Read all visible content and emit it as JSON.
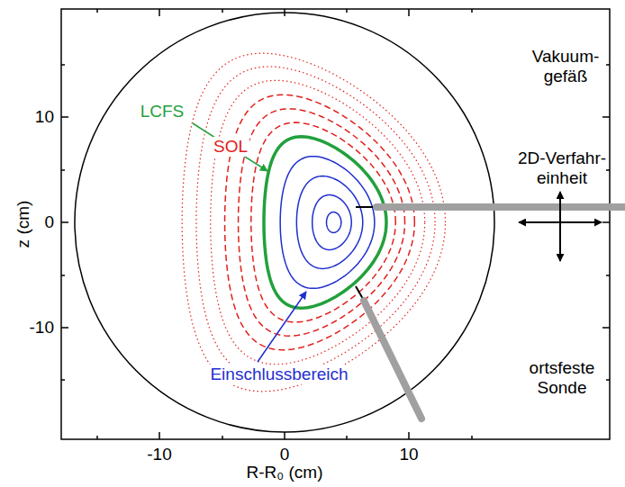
{
  "diagram": {
    "labels": [
      "Vakuum- gefäß",
      "10",
      "LCFS",
      "SOL",
      "2D-Verfahr- einheit",
      "z (cm)",
      "0",
      "-10",
      "Einschlussbereich",
      "ortsfeste Sonde",
      "-10",
      "0",
      "10",
      "R-R₀ (cm)"
    ]
  }
}
